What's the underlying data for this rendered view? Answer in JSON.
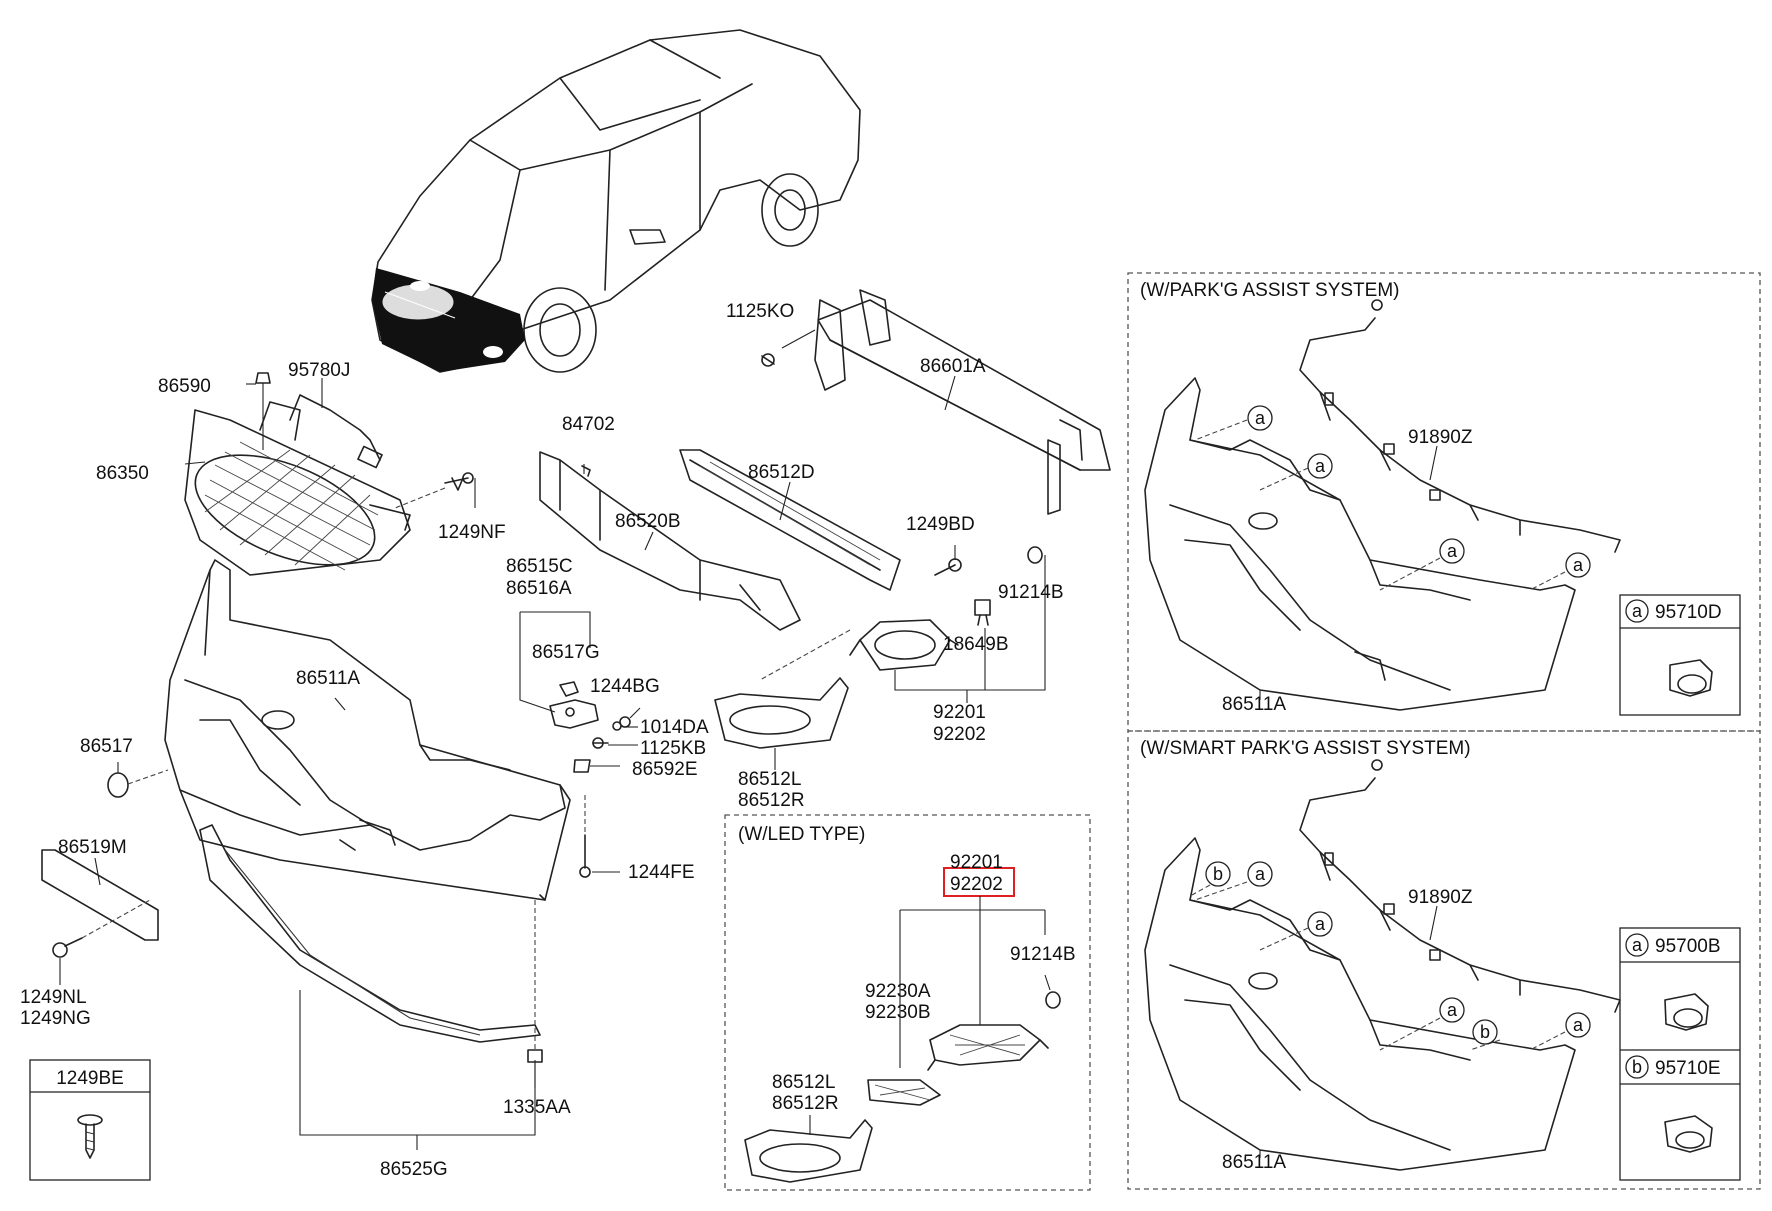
{
  "frames": {
    "park_assist": "(W/PARK'G ASSIST SYSTEM)",
    "smart_park_assist": "(W/SMART PARK'G ASSIST SYSTEM)",
    "led_type": "(W/LED TYPE)"
  },
  "parts": {
    "p1125KO": "1125KO",
    "p86601A": "86601A",
    "p86590": "86590",
    "p95780J": "95780J",
    "p86350": "86350",
    "p84702": "84702",
    "p86512D": "86512D",
    "p1249NF": "1249NF",
    "p86520B": "86520B",
    "p1249BD": "1249BD",
    "p86515C": "86515C",
    "p86516A": "86516A",
    "p91214B_a": "91214B",
    "p86517G": "86517G",
    "p18649B": "18649B",
    "p86511A_main": "86511A",
    "p1244BG": "1244BG",
    "p92201_a": "92201",
    "p92202_a": "92202",
    "p1014DA": "1014DA",
    "p86517": "86517",
    "p1125KB": "1125KB",
    "p86592E": "86592E",
    "p86512L_a": "86512L",
    "p86512R_a": "86512R",
    "p86519M": "86519M",
    "p1244FE": "1244FE",
    "p92201_b": "92201",
    "p92202_b": "92202",
    "p91214B_b": "91214B",
    "p92230A": "92230A",
    "p92230B": "92230B",
    "p1249NL": "1249NL",
    "p1249NG": "1249NG",
    "p86512L_b": "86512L",
    "p86512R_b": "86512R",
    "p1335AA": "1335AA",
    "p86525G": "86525G",
    "p91890Z_a": "91890Z",
    "p86511A_park": "86511A",
    "p91890Z_b": "91890Z",
    "p86511A_smart": "86511A"
  },
  "legend_boxes": {
    "bolt_box": {
      "code": "1249BE"
    },
    "park_sensor": {
      "marker": "a",
      "code": "95710D"
    },
    "smart_sensor_a": {
      "marker": "a",
      "code": "95700B"
    },
    "smart_sensor_b": {
      "marker": "b",
      "code": "95710E"
    }
  },
  "markers": {
    "a": "a",
    "b": "b"
  },
  "highlight": {
    "part": "92202",
    "color": "#e02020"
  }
}
